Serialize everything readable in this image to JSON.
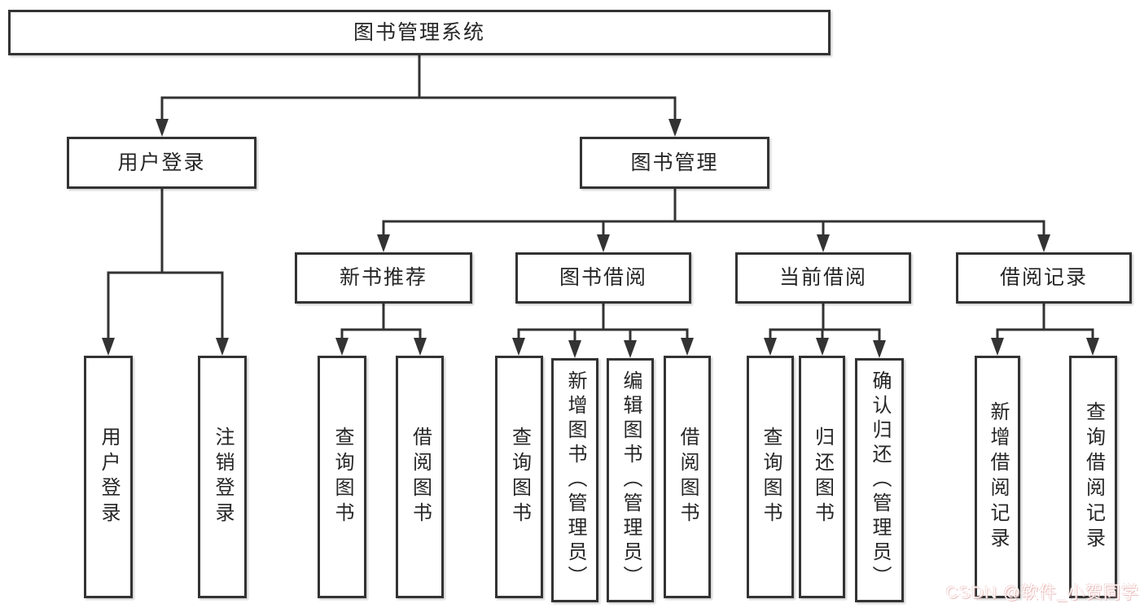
{
  "colors": {
    "line": "#333333",
    "box_border": "#333333",
    "text": "#262626",
    "background": "#ffffff",
    "watermark_pink": "#e29e9e"
  },
  "nodes": {
    "root": {
      "label": "图书管理系统"
    },
    "user_login": {
      "label": "用户登录"
    },
    "book_mgmt": {
      "label": "图书管理"
    },
    "new_book_rec": {
      "label": "新书推荐"
    },
    "book_borrow": {
      "label": "图书借阅"
    },
    "current_borrow": {
      "label": "当前借阅"
    },
    "borrow_records": {
      "label": "借阅记录"
    },
    "leaf_user_login": {
      "label": "用户登录"
    },
    "leaf_logout": {
      "label": "注销登录"
    },
    "rec_query_book": {
      "label": "查询图书"
    },
    "rec_borrow_book": {
      "label": "借阅图书"
    },
    "bb_query_book": {
      "label": "查询图书"
    },
    "bb_add_book": {
      "label": "新增图书（管理员）"
    },
    "bb_edit_book": {
      "label": "编辑图书（管理员）"
    },
    "bb_borrow_book": {
      "label": "借阅图书"
    },
    "cb_query_book": {
      "label": "查询图书"
    },
    "cb_return_book": {
      "label": "归还图书"
    },
    "cb_confirm_return": {
      "label": "确认归还（管理员）"
    },
    "br_add_record": {
      "label": "新增借阅记录"
    },
    "br_query_record": {
      "label": "查询借阅记录"
    }
  },
  "edges": [
    [
      "root",
      "user_login"
    ],
    [
      "root",
      "book_mgmt"
    ],
    [
      "user_login",
      "leaf_user_login"
    ],
    [
      "user_login",
      "leaf_logout"
    ],
    [
      "book_mgmt",
      "new_book_rec"
    ],
    [
      "book_mgmt",
      "book_borrow"
    ],
    [
      "book_mgmt",
      "current_borrow"
    ],
    [
      "book_mgmt",
      "borrow_records"
    ],
    [
      "new_book_rec",
      "rec_query_book"
    ],
    [
      "new_book_rec",
      "rec_borrow_book"
    ],
    [
      "book_borrow",
      "bb_query_book"
    ],
    [
      "book_borrow",
      "bb_add_book"
    ],
    [
      "book_borrow",
      "bb_edit_book"
    ],
    [
      "book_borrow",
      "bb_borrow_book"
    ],
    [
      "current_borrow",
      "cb_query_book"
    ],
    [
      "current_borrow",
      "cb_return_book"
    ],
    [
      "current_borrow",
      "cb_confirm_return"
    ],
    [
      "borrow_records",
      "br_add_record"
    ],
    [
      "borrow_records",
      "br_query_record"
    ]
  ],
  "watermark": {
    "text": "CSDN @软件_小贺同学"
  }
}
